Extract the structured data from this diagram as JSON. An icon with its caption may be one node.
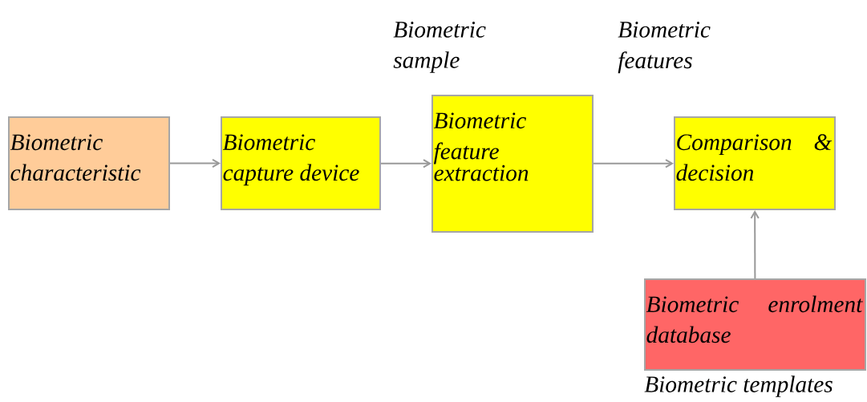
{
  "diagram": {
    "nodes": [
      {
        "text": [
          "Biometric characteristic"
        ]
      },
      {
        "text": [
          "Biometric capture device"
        ]
      },
      {
        "text": [
          "Biometric feature extraction"
        ]
      },
      {
        "text": [
          "Comparison & decision"
        ]
      },
      {
        "text": [
          "Biometric enrolment database"
        ],
        "beside": [
          "Biometric templates"
        ]
      }
    ],
    "edges": [
      {
        "from": 0,
        "to": 1,
        "arrow": "to"
      },
      {
        "from": 1,
        "to": 2,
        "arrow": "to"
      },
      {
        "from": 2,
        "to": 3,
        "arrow": "to"
      },
      {
        "from": 4,
        "to": 3,
        "arrow": "to"
      }
    ],
    "labels": [
      "Biometric sample",
      "Biometric features"
    ]
  }
}
